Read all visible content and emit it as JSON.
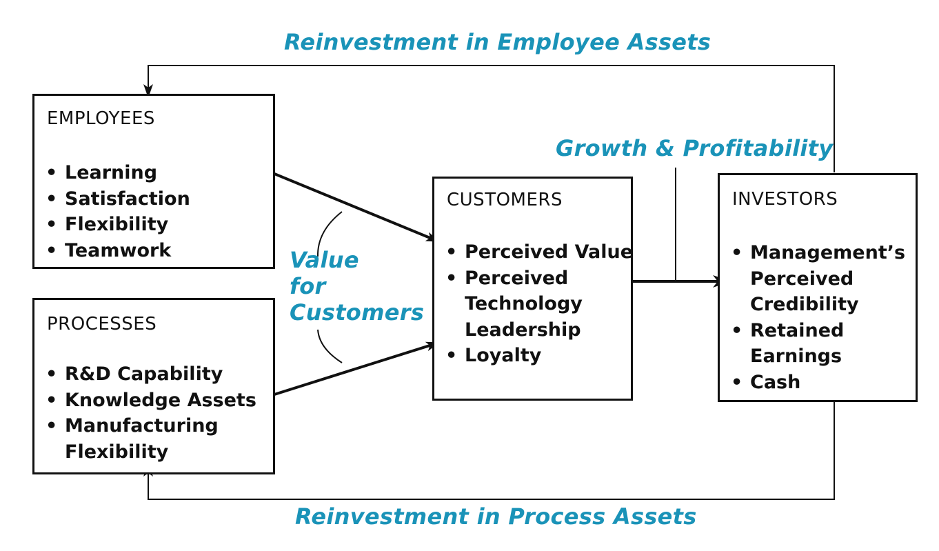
{
  "colors": {
    "accent": "#1a93b8",
    "stroke": "#111111"
  },
  "labels": {
    "reinvest_employee": "Reinvestment in Employee Assets",
    "growth": "Growth & Profitability",
    "value_for_customers": [
      "Value",
      "for",
      "Customers"
    ],
    "reinvest_process": "Reinvestment in Process Assets"
  },
  "employees": {
    "title": "EMPLOYEES",
    "items": [
      "Learning",
      "Satisfaction",
      "Flexibility",
      "Teamwork"
    ]
  },
  "processes": {
    "title": "PROCESSES",
    "items": [
      "R&D Capability",
      "Knowledge Assets",
      "Manufacturing",
      "Flexibility"
    ]
  },
  "customers": {
    "title": "CUSTOMERS",
    "items": [
      "Perceived Value",
      "Perceived",
      "Technology",
      "Leadership",
      "Loyalty"
    ]
  },
  "investors": {
    "title": "INVESTORS",
    "items": [
      "Management’s",
      "Perceived",
      "Credibility",
      "Retained",
      "Earnings",
      "Cash"
    ]
  }
}
